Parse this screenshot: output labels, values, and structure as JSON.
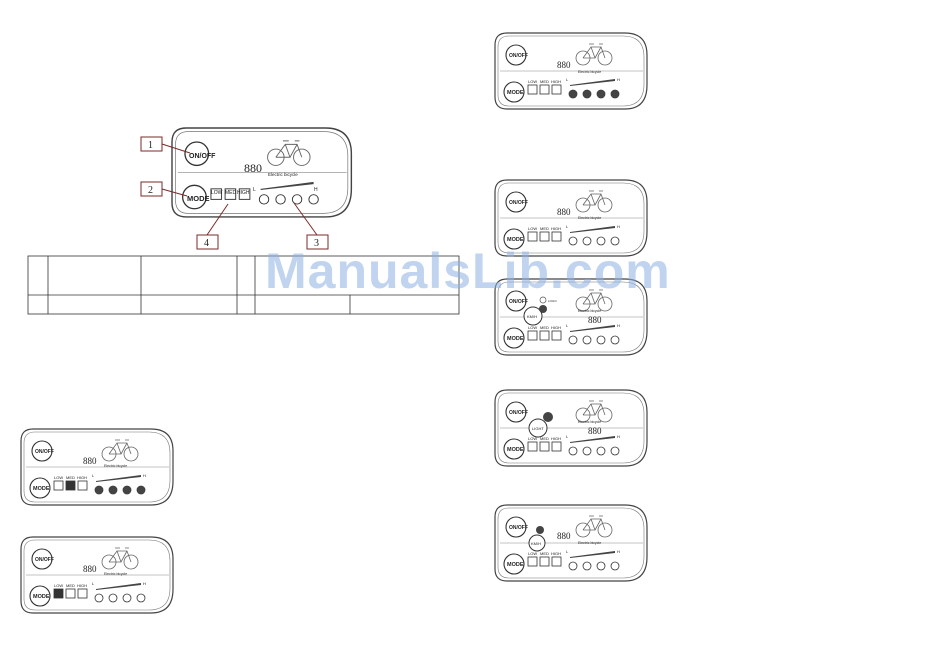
{
  "page": {
    "background": "#ffffff"
  },
  "display": {
    "onoff_label": "ON/OFF",
    "mode_label": "MODE",
    "speed_value": "880",
    "brand_text": "Electric bicycle",
    "level_low": "LOW",
    "level_med": "MED",
    "level_high": "HIGH",
    "scale_l": "L",
    "scale_h": "H",
    "light_label": "LIGHT",
    "kmh_label": "KM/H",
    "power_small_text": "LOGO"
  },
  "callouts": [
    "1",
    "2",
    "3",
    "4"
  ],
  "watermark": {
    "text": "ManualsLib.com",
    "color": "#8cafe1"
  }
}
